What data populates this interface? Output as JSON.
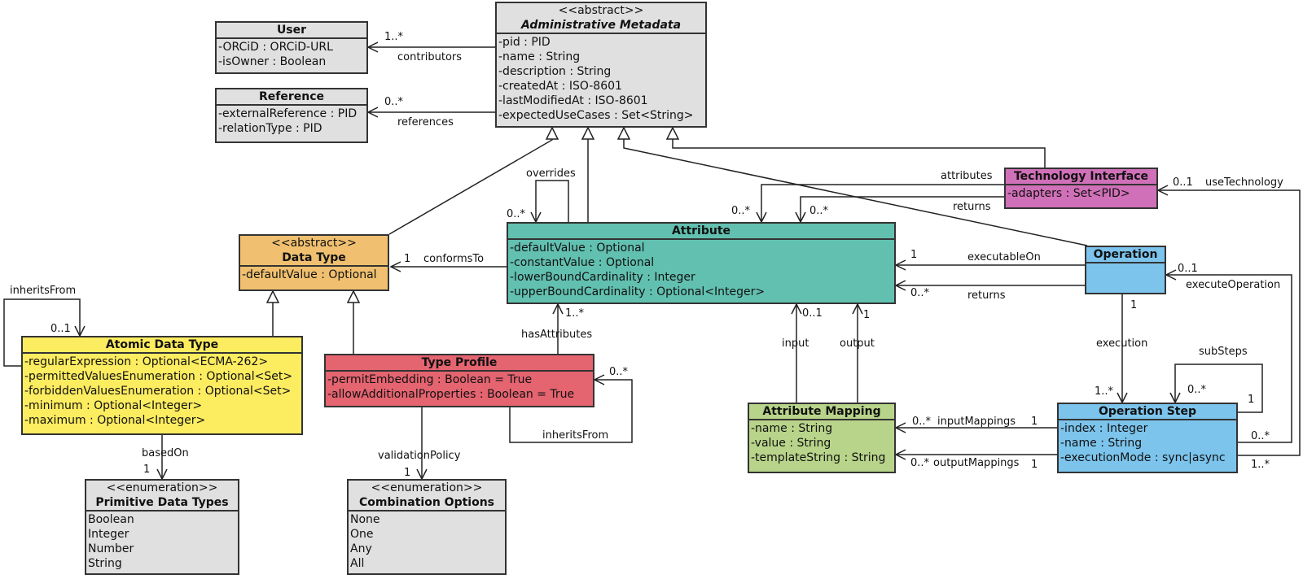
{
  "classes": {
    "user": {
      "name": "User",
      "attrs": [
        "-ORCiD : ORCiD-URL",
        "-isOwner : Boolean"
      ]
    },
    "reference": {
      "name": "Reference",
      "attrs": [
        "-externalReference : PID",
        "-relationType : PID"
      ]
    },
    "admin": {
      "stereotype": "<<abstract>>",
      "name": "Administrative Metadata",
      "attrs": [
        "-pid : PID",
        "-name : String",
        "-description : String",
        "-createdAt : ISO-8601",
        "-lastModifiedAt : ISO-8601",
        "-expectedUseCases : Set<String>"
      ]
    },
    "tech": {
      "name": "Technology Interface",
      "attrs": [
        "-adapters : Set<PID>"
      ]
    },
    "attribute": {
      "name": "Attribute",
      "attrs": [
        "-defaultValue : Optional",
        "-constantValue : Optional",
        "-lowerBoundCardinality : Integer",
        "-upperBoundCardinality : Optional<Integer>"
      ]
    },
    "datatype": {
      "stereotype": "<<abstract>>",
      "name": "Data Type",
      "attrs": [
        "-defaultValue : Optional"
      ]
    },
    "operation": {
      "name": "Operation",
      "attrs": []
    },
    "atomic": {
      "name": "Atomic Data Type",
      "attrs": [
        "-regularExpression : Optional<ECMA-262>",
        "-permittedValuesEnumeration : Optional<Set>",
        "-forbiddenValuesEnumeration : Optional<Set>",
        "-minimum : Optional<Integer>",
        "-maximum : Optional<Integer>"
      ]
    },
    "typeprofile": {
      "name": "Type Profile",
      "attrs": [
        "-permitEmbedding : Boolean = True",
        "-allowAdditionalProperties : Boolean = True"
      ]
    },
    "mapping": {
      "name": "Attribute Mapping",
      "attrs": [
        "-name : String",
        "-value : String",
        "-templateString : String"
      ]
    },
    "step": {
      "name": "Operation Step",
      "attrs": [
        "-index : Integer",
        "-name : String",
        "-executionMode : sync|async"
      ]
    },
    "primitive": {
      "stereotype": "<<enumeration>>",
      "name": "Primitive Data Types",
      "attrs": [
        "Boolean",
        "Integer",
        "Number",
        "String"
      ]
    },
    "combination": {
      "stereotype": "<<enumeration>>",
      "name": "Combination Options",
      "attrs": [
        "None",
        "One",
        "Any",
        "All"
      ]
    }
  },
  "colors": {
    "gray": "#e0e0e0",
    "orange": "#f0c070",
    "teal": "#62c0b0",
    "magenta": "#d070b8",
    "blue": "#7cc4ec",
    "yellow": "#fcec60",
    "red": "#e46470",
    "green": "#b8d48a"
  },
  "labels": {
    "contributors": "contributors",
    "contrib_mult": "1..*",
    "references": "references",
    "ref_mult": "0..*",
    "overrides": "overrides",
    "overrides_mult": "0..*",
    "attributes": "attributes",
    "attributes_mult": "0..*",
    "returns_tech": "returns",
    "returns_tech_mult": "0..*",
    "useTechnology": "useTechnology",
    "useTech_mult": "0..1",
    "conformsTo": "conformsTo",
    "conforms_mult": "1",
    "executableOn": "executableOn",
    "exec_mult": "1",
    "returns_op": "returns",
    "returns_op_mult": "0..*",
    "executeOperation": "executeOperation",
    "execOp_mult": "0..1",
    "inheritsFrom_atomic": "inheritsFrom",
    "inherits_atomic_mult": "0..1",
    "hasAttributes": "hasAttributes",
    "has_mult": "1..*",
    "inheritsFrom_tp": "inheritsFrom",
    "inherits_tp_mult": "0..*",
    "input": "input",
    "input_mult": "0..1",
    "output": "output",
    "output_mult": "1",
    "execution": "execution",
    "execution_mult_top": "1",
    "execution_mult_bottom": "1..*",
    "subSteps": "subSteps",
    "subSteps_mult_a": "0..*",
    "subSteps_mult_b": "1",
    "inputMappings": "inputMappings",
    "inputMappings_mult_a": "0..*",
    "inputMappings_mult_b": "1",
    "outputMappings": "outputMappings",
    "outputMappings_mult_a": "0..*",
    "outputMappings_mult_b": "1",
    "step_right_a": "0..*",
    "step_right_b": "1..*",
    "basedOn": "basedOn",
    "basedOn_mult": "1",
    "validationPolicy": "validationPolicy",
    "validation_mult": "1"
  }
}
